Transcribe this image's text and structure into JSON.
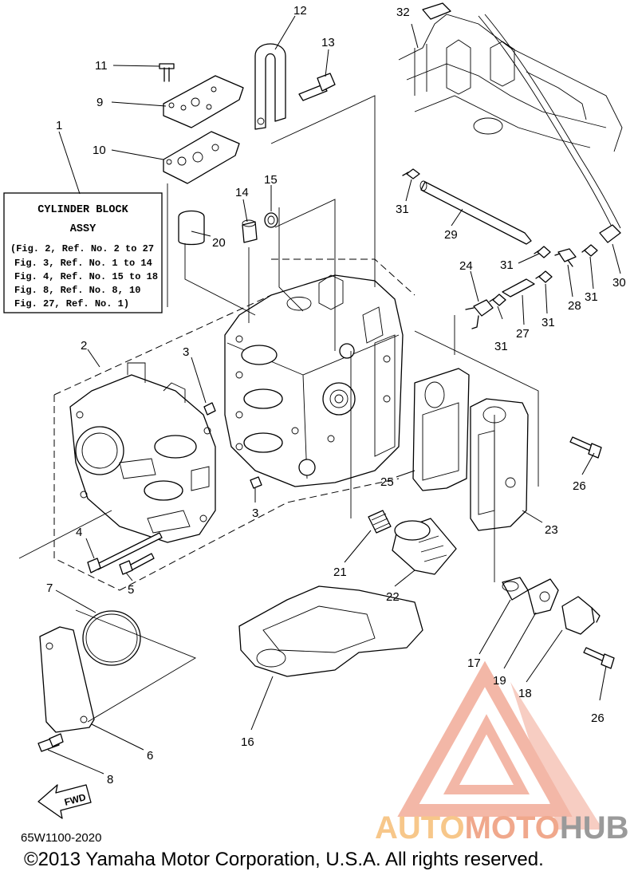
{
  "title_box": {
    "title": "CYLINDER BLOCK",
    "subtitle": "ASSY",
    "lines": [
      "(Fig. 2, Ref. No. 2 to 27",
      "Fig. 3, Ref. No. 1 to 14",
      "Fig. 4, Ref. No. 15 to 18",
      "Fig. 8, Ref. No. 8, 10",
      "Fig. 27, Ref. No. 1)"
    ]
  },
  "callouts": {
    "n1": "1",
    "n2": "2",
    "n3a": "3",
    "n3b": "3",
    "n4": "4",
    "n5": "5",
    "n6": "6",
    "n7": "7",
    "n8": "8",
    "n9": "9",
    "n10": "10",
    "n11": "11",
    "n12": "12",
    "n13": "13",
    "n14": "14",
    "n15": "15",
    "n16": "16",
    "n17": "17",
    "n18": "18",
    "n19": "19",
    "n20": "20",
    "n21": "21",
    "n22": "22",
    "n23": "23",
    "n24": "24",
    "n25": "25",
    "n26a": "26",
    "n26b": "26",
    "n27": "27",
    "n28": "28",
    "n29": "29",
    "n30": "30",
    "n31a": "31",
    "n31b": "31",
    "n31c": "31",
    "n31d": "31",
    "n31e": "31",
    "n32": "32"
  },
  "fwd_label": "FWD",
  "drawing_code": "65W1100-2020",
  "copyright": "©2013 Yamaha Motor Corporation, U.S.A. All rights reserved.",
  "watermark": {
    "part1": "AUTO",
    "part2": "MOTO",
    "part3": "HUB"
  },
  "colors": {
    "watermark_orange": "#f7c78a",
    "watermark_red": "#f0a88c",
    "watermark_gray": "#9a9a9a"
  }
}
